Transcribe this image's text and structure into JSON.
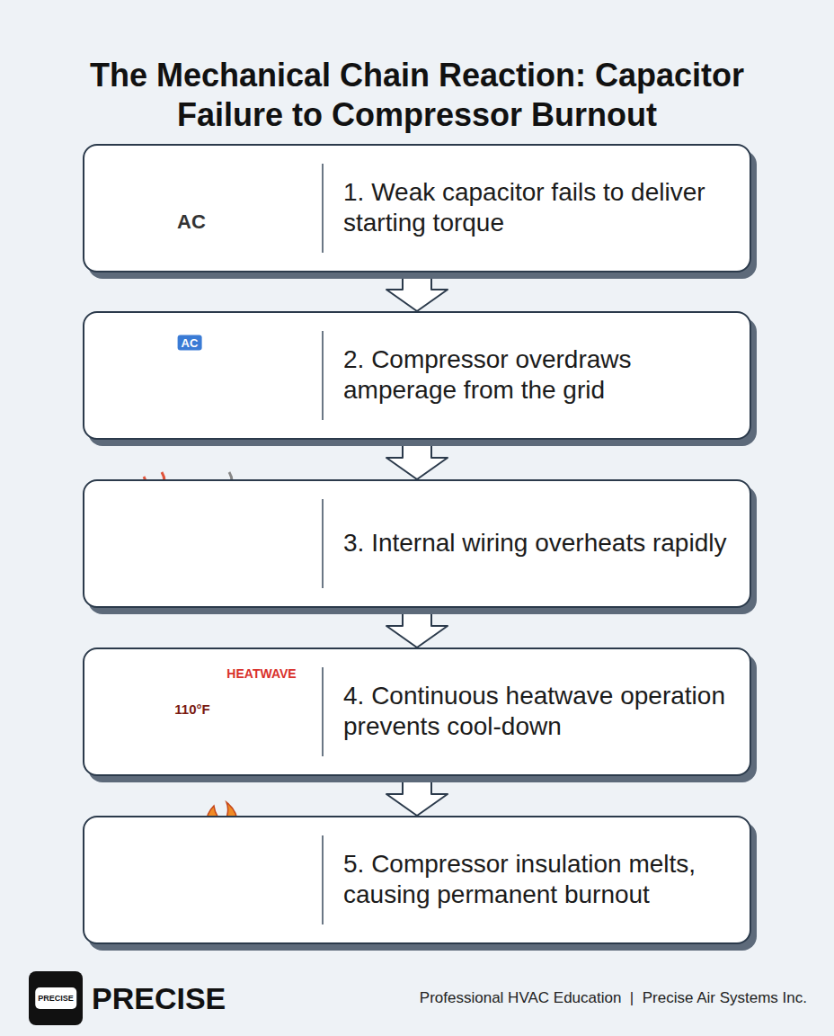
{
  "diagram": {
    "title": "The Mechanical Chain Reaction: Capacitor Failure to Compressor Burnout",
    "nodes": [
      {
        "text": [
          "1. Weak capacitor fails to deliver starting torque"
        ]
      },
      {
        "text": [
          "2. Compressor overdraws amperage from the grid"
        ]
      },
      {
        "text": [
          "3. Internal wiring overheats rapidly"
        ]
      },
      {
        "text": [
          "4. Continuous heatwave operation prevents cool-down"
        ]
      },
      {
        "text": [
          "5. Compressor insulation melts, causing permanent burnout"
        ]
      },
      {
        "text": [
          "PRECISE"
        ]
      }
    ],
    "edges": [
      {
        "from": 0,
        "to": 1,
        "arrow": "to"
      },
      {
        "from": 1,
        "to": 2,
        "arrow": "to"
      },
      {
        "from": 2,
        "to": 3,
        "arrow": "to"
      },
      {
        "from": 3,
        "to": 4,
        "arrow": "to"
      }
    ],
    "labels": [
      "AC",
      "AC",
      "HEATWAVE",
      "110°F",
      "PRECISE",
      "Professional HVAC Education  |  Precise Air Systems Inc."
    ]
  }
}
